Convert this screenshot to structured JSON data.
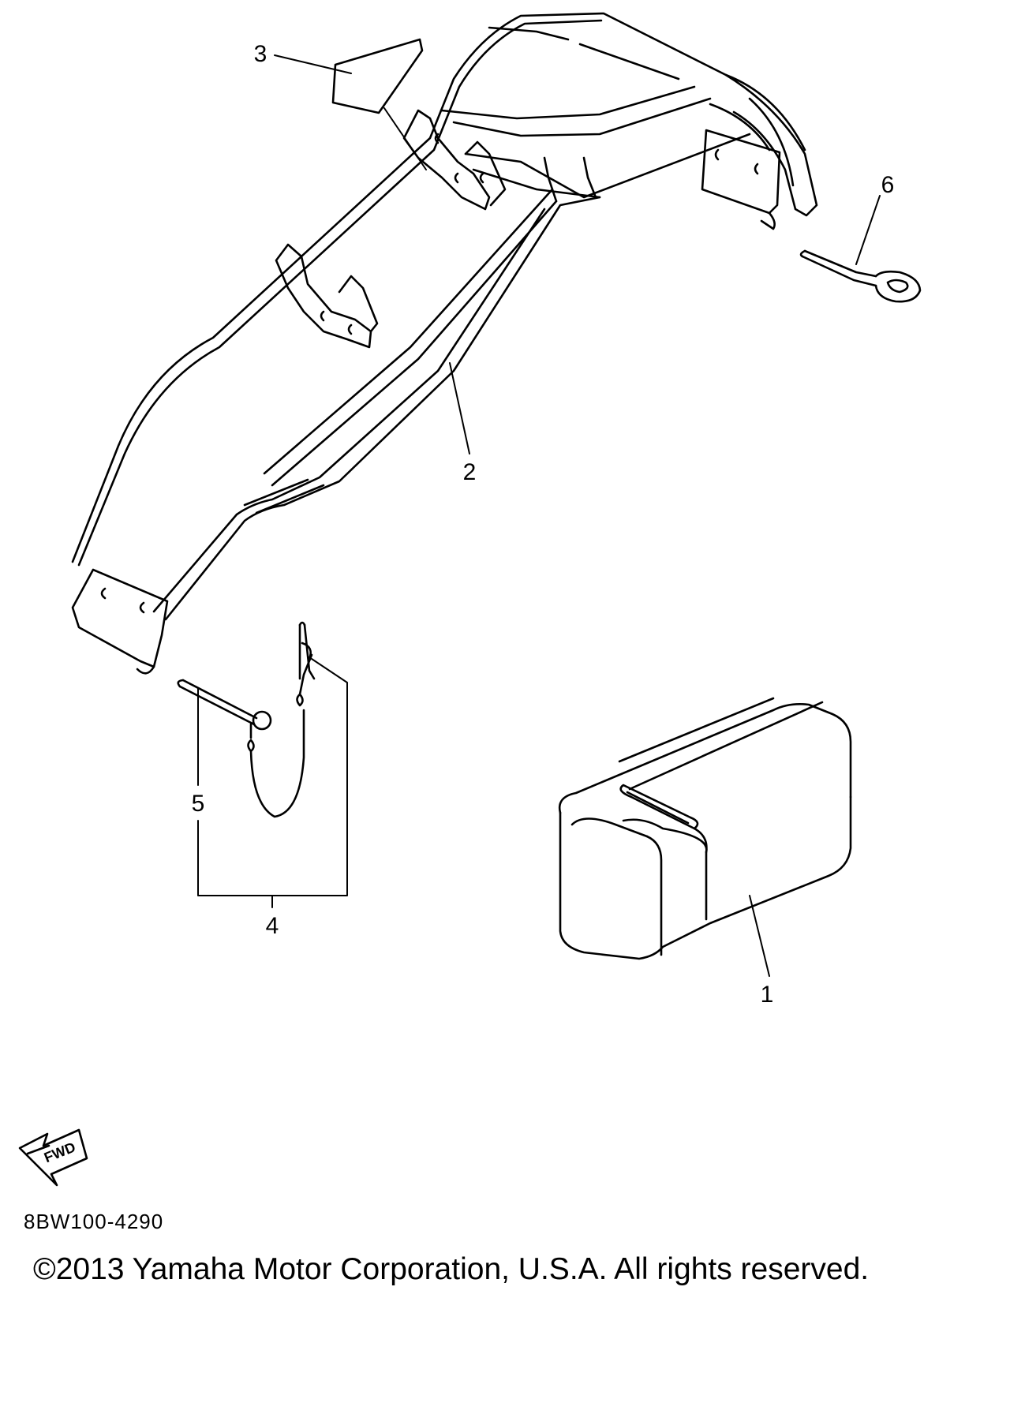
{
  "diagram": {
    "callouts": [
      {
        "id": "1",
        "label": "1"
      },
      {
        "id": "2",
        "label": "2"
      },
      {
        "id": "3",
        "label": "3"
      },
      {
        "id": "4",
        "label": "4"
      },
      {
        "id": "5",
        "label": "5"
      },
      {
        "id": "6",
        "label": "6"
      }
    ],
    "fwd_arrow_label": "FWD",
    "diagram_code": "8BW100-4290",
    "copyright": "©2013 Yamaha Motor Corporation, U.S.A. All rights reserved."
  },
  "colors": {
    "line": "#000000",
    "background": "#ffffff"
  }
}
